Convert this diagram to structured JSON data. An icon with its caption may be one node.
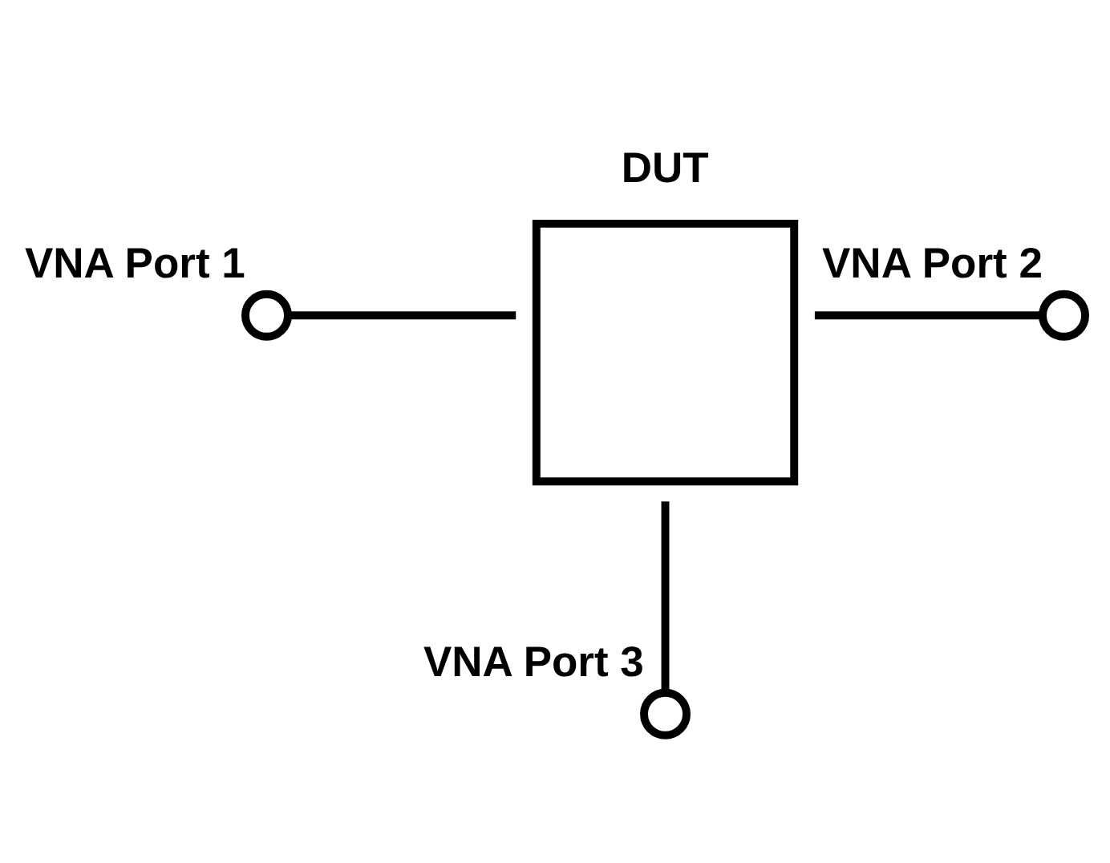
{
  "diagram": {
    "nodes": [
      {
        "text": [
          "DUT"
        ]
      },
      {
        "text": [],
        "shape": "circle",
        "beside": [
          "VNA Port 1"
        ]
      },
      {
        "text": [],
        "shape": "circle",
        "beside": [
          "VNA Port 2"
        ]
      },
      {
        "text": [],
        "shape": "circle",
        "beside": [
          "VNA Port 3"
        ]
      }
    ],
    "edges": [
      {
        "from": 1,
        "to": 0,
        "arrow": "none"
      },
      {
        "from": 0,
        "to": 2,
        "arrow": "none"
      },
      {
        "from": 0,
        "to": 3,
        "arrow": "none"
      }
    ]
  }
}
